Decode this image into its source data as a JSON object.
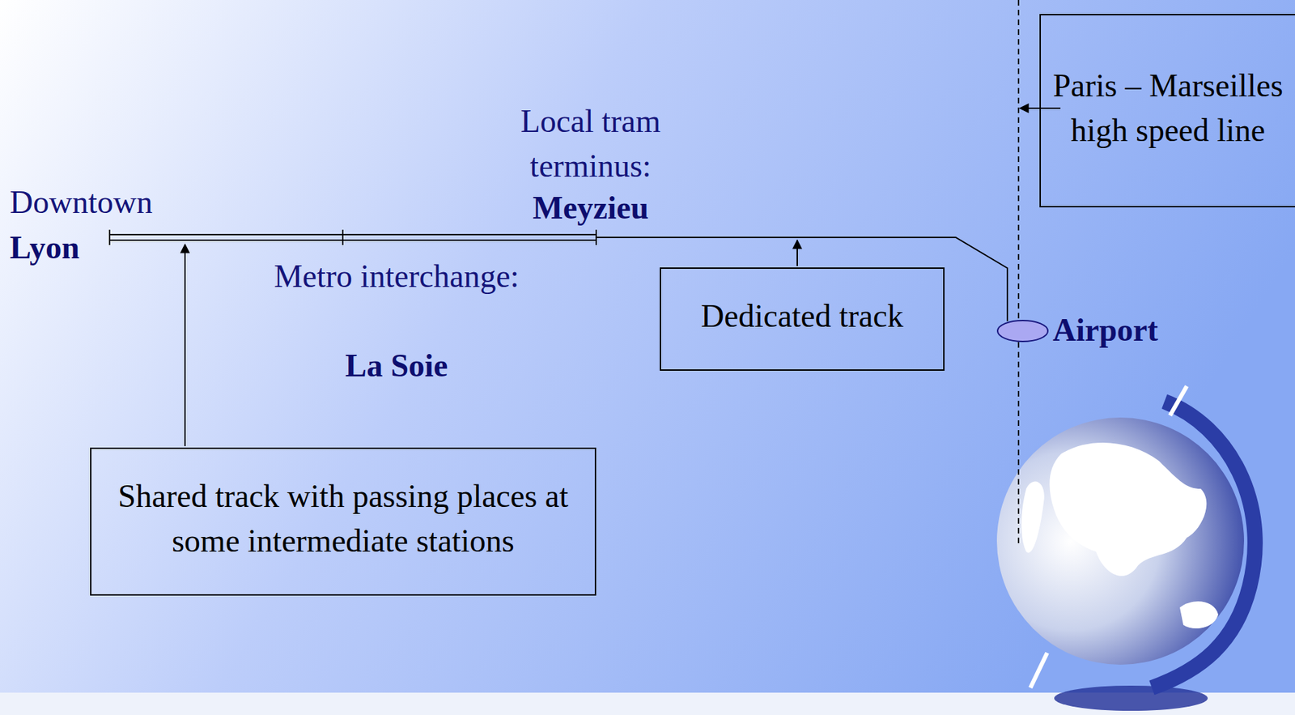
{
  "diagram": {
    "nodes": [
      {
        "text": [
          "Paris – Marseilles high speed line"
        ]
      },
      {
        "text": [
          "Dedicated track"
        ]
      },
      {
        "text": [
          "Shared track with passing places at some intermediate stations"
        ]
      }
    ],
    "labels": [
      "Local tram terminus:",
      "Meyzieu",
      "Downtown",
      "Lyon",
      "Metro interchange:",
      "La Soie",
      "Airport"
    ]
  }
}
